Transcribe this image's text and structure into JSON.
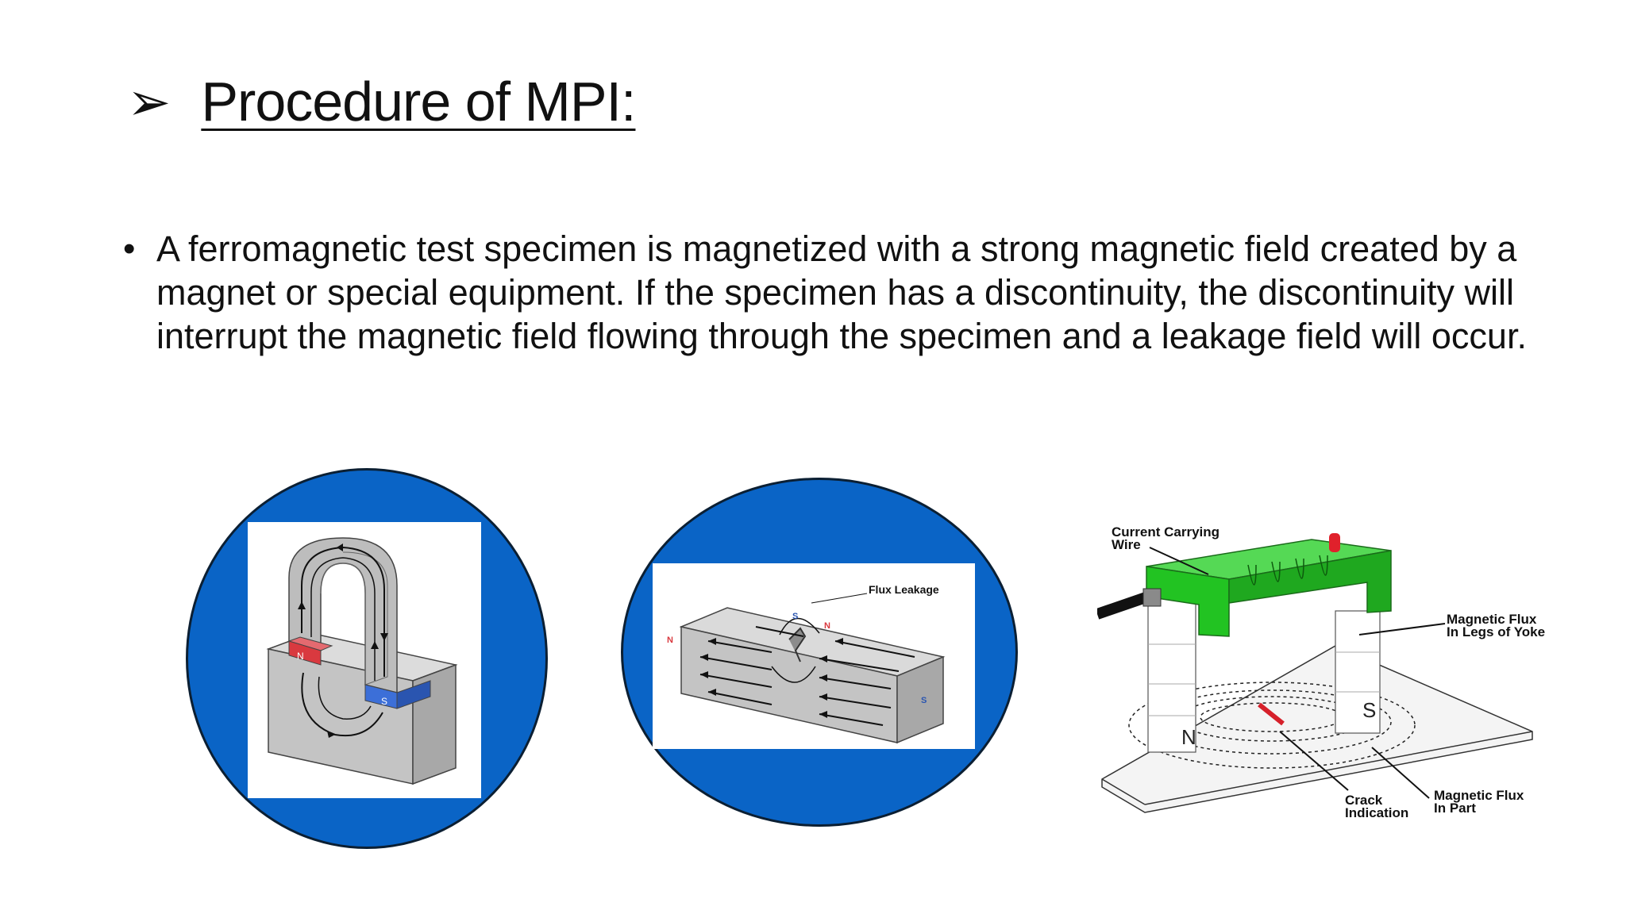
{
  "slide": {
    "title_marker": "➢",
    "title": "Procedure of MPI:",
    "bullet_marker": "•",
    "bullet_text": "A ferromagnetic test specimen is magnetized with a strong magnetic field created by a magnet or special equipment.  If the specimen has a discontinuity, the discontinuity will interrupt the magnetic field flowing through the specimen and a leakage field will occur."
  },
  "figure1": {
    "pole_n": "N",
    "pole_s": "S"
  },
  "figure2": {
    "pole_n_left": "N",
    "pole_s_top": "S",
    "pole_n_top": "N",
    "pole_s_end": "S",
    "label": "Flux Leakage"
  },
  "figure3": {
    "label_wire_1": "Current Carrying",
    "label_wire_2": "Wire",
    "label_yoke_1": "Magnetic Flux",
    "label_yoke_2": "In Legs of Yoke",
    "label_crack_1": "Crack",
    "label_crack_2": "Indication",
    "label_part_1": "Magnetic Flux",
    "label_part_2": "In Part",
    "pole_n": "N",
    "pole_s": "S"
  },
  "colors": {
    "circle_blue": "#0a64c6",
    "yoke_green": "#22c322",
    "north_red": "#d9393f",
    "south_blue": "#3c6fd8",
    "metal_gray": "#c4c4c4"
  }
}
